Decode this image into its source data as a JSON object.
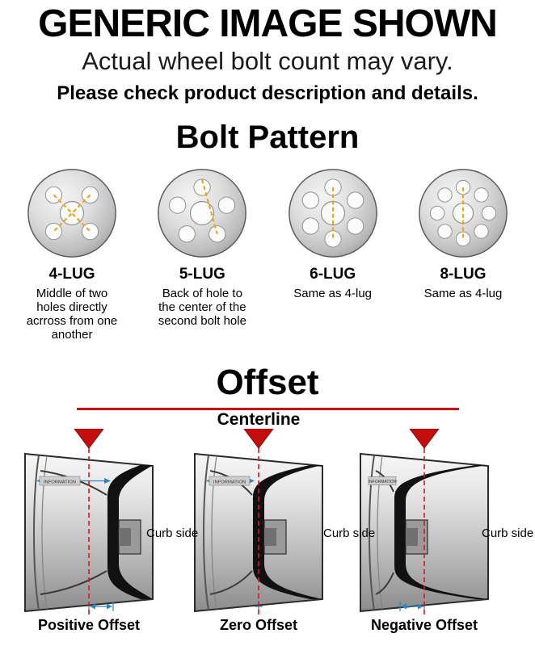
{
  "header": {
    "title": "GENERIC IMAGE SHOWN",
    "subtitle": "Actual wheel bolt count may vary.",
    "note": "Please check product description and details."
  },
  "bolt_pattern": {
    "heading": "Bolt Pattern",
    "items": [
      {
        "label": "4-LUG",
        "description": "Middle of two holes directly acrross from one another"
      },
      {
        "label": "5-LUG",
        "description": "Back of hole to the center of the second bolt hole"
      },
      {
        "label": "6-LUG",
        "description": "Same as 4-lug"
      },
      {
        "label": "8-LUG",
        "description": "Same as 4-lug"
      }
    ]
  },
  "offset": {
    "heading": "Offset",
    "centerline_label": "Centerline",
    "curb_side_label": "Curb side",
    "watermark": "INFORMATION",
    "items": [
      {
        "label": "Positive Offset"
      },
      {
        "label": "Zero Offset"
      },
      {
        "label": "Negative Offset"
      }
    ]
  },
  "colors": {
    "centerline_red": "#cf1010",
    "measurement_orange": "#f0a21c",
    "measurement_blue": "#2e86c1",
    "wheel_gray": "#c9c9c9",
    "disc_black": "#111111"
  }
}
